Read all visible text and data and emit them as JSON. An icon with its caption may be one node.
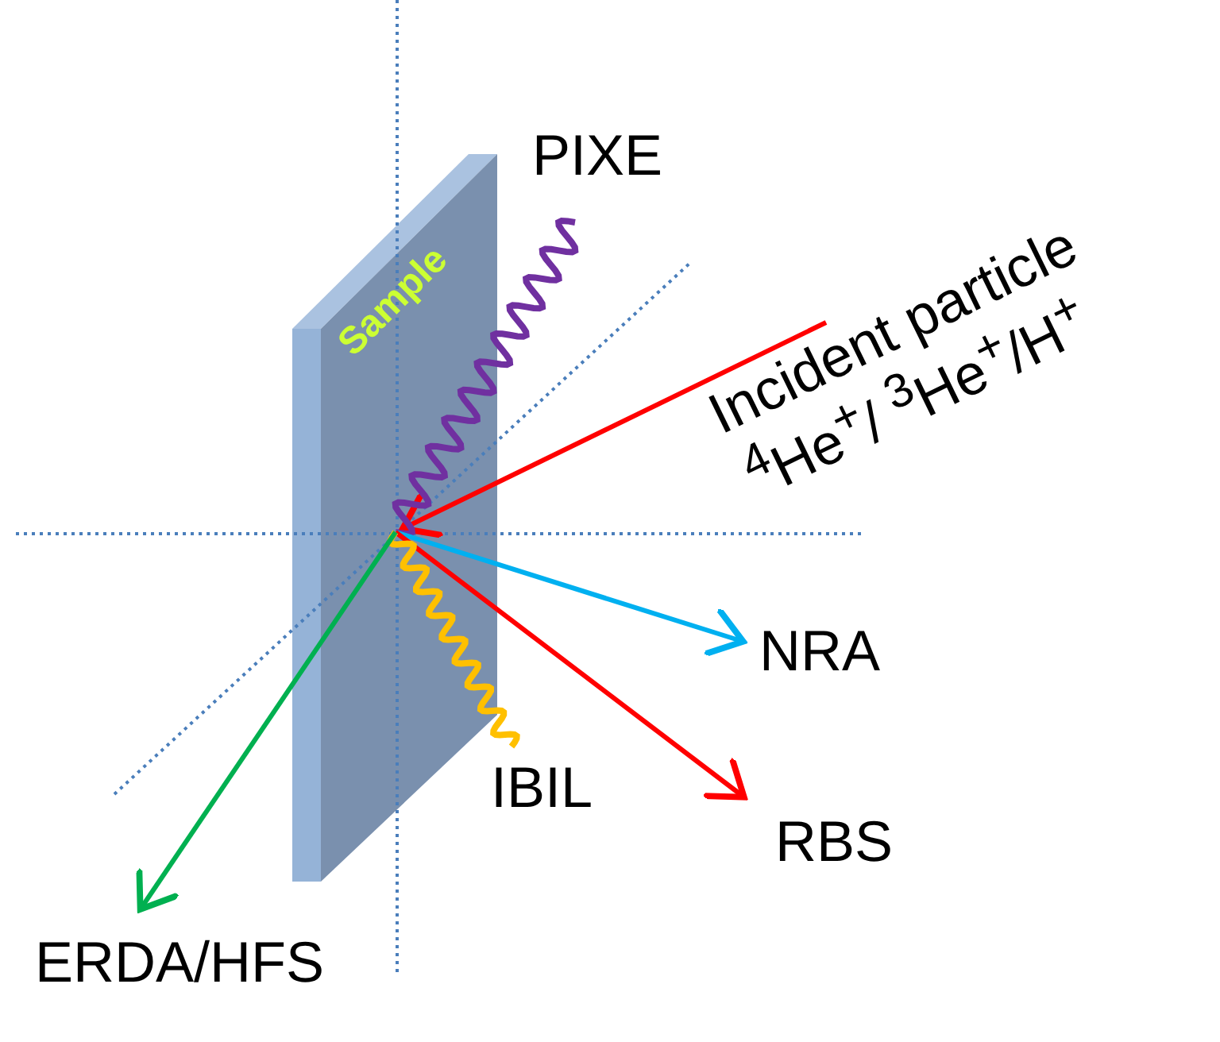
{
  "diagram": {
    "nodes": [
      {
        "text": [
          "Sample"
        ]
      },
      {
        "text": [
          "PIXE"
        ]
      },
      {
        "text": [
          "Incident particle",
          "$^{4}$He$^{+}$/ $^{3}$He$^{+}$/H$^{+}$"
        ]
      },
      {
        "text": [
          "NRA"
        ]
      },
      {
        "text": [
          "IBIL"
        ]
      },
      {
        "text": [
          "RBS"
        ]
      },
      {
        "text": [
          "ERDA/HFS"
        ]
      }
    ],
    "edges": [
      {
        "from": 2,
        "to": 0,
        "arrow": "to",
        "color": "#ff0000"
      },
      {
        "from": 0,
        "to": 1,
        "arrow": "none",
        "color": "#7030a0"
      },
      {
        "from": 0,
        "to": 3,
        "arrow": "to",
        "color": "#00b0f0"
      },
      {
        "from": 0,
        "to": 5,
        "arrow": "to",
        "color": "#ff0000"
      },
      {
        "from": 0,
        "to": 4,
        "arrow": "none",
        "color": "#ffc000"
      },
      {
        "from": 0,
        "to": 6,
        "arrow": "to",
        "color": "#00b050"
      }
    ]
  }
}
